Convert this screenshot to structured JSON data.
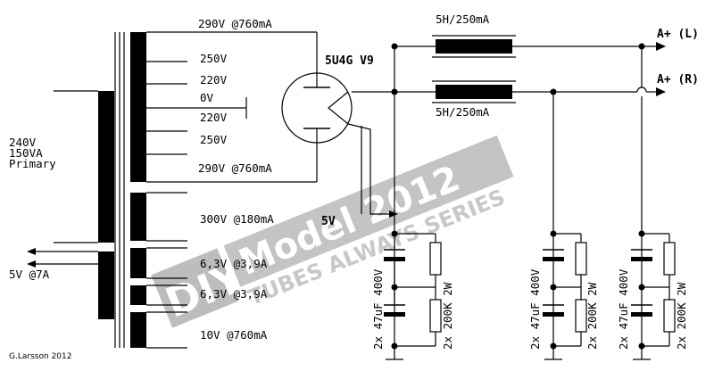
{
  "primary": {
    "voltage": "240V",
    "rating": "150VA",
    "label": "Primary"
  },
  "output_5v": "5V @7A",
  "secondary": {
    "hv_top": "290V @760mA",
    "tap_250_top": "250V",
    "tap_220_top": "220V",
    "tap_0v": "0V",
    "tap_220_bot": "220V",
    "tap_250_bot": "250V",
    "hv_bot": "290V @760mA",
    "bias": "300V @180mA",
    "heater_1": "6,3V @3,9A",
    "heater_2": "6,3V @3,9A",
    "aux": "10V @760mA"
  },
  "rectifier": {
    "tube": "5U4G V9",
    "filament": "5V"
  },
  "chokes": {
    "left": "5H/250mA",
    "right": "5H/250mA"
  },
  "outputs": {
    "left": "A+ (L)",
    "right": "A+ (R)"
  },
  "filter_banks": [
    {
      "caps": "2x 47uF 400V",
      "resistors": "2x 200K 2W"
    },
    {
      "caps": "2x 47uF 400V",
      "resistors": "2x 200K 2W"
    },
    {
      "caps": "2x 47uF 400V",
      "resistors": "2x 200K 2W"
    }
  ],
  "watermark": {
    "badge": "DIY",
    "title": "Model 2012",
    "subtitle": "TUBES ALWAYS SERIES"
  },
  "author": "G.Larsson 2012"
}
